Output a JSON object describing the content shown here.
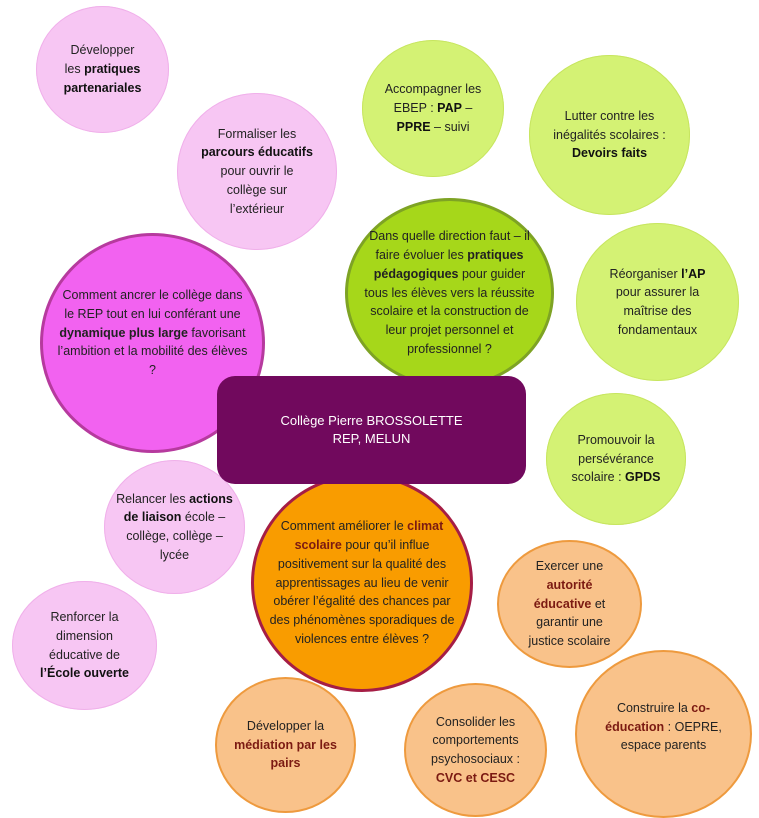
{
  "center": {
    "line1": "Collège Pierre BROSSOLETTE",
    "line2": "REP, MELUN"
  },
  "b_partenariales": {
    "t1": "Développer",
    "t2": "les ",
    "b1": "pratiques partenariales"
  },
  "b_parcours": {
    "t1": "Formaliser les",
    "b1": "parcours éducatifs",
    "t2": "pour ouvrir le collège sur l’extérieur"
  },
  "b_ancrer": {
    "t1": "Comment ancrer le collège dans le REP tout en lui conférant une ",
    "b1": "dynamique plus large",
    "t2": " favorisant l’ambition et la mobilité des élèves ?"
  },
  "b_ebep": {
    "t1": "Accompagner les EBEP : ",
    "b1": "PAP",
    "t2": " – ",
    "b2": "PPRE",
    "t3": " – suivi"
  },
  "b_inegalites": {
    "t1": "Lutter contre les inégalités scolaires :",
    "b1": "Devoirs faits"
  },
  "b_pedago": {
    "t1": "Dans quelle direction faut – il faire évoluer les ",
    "b1": "pratiques pédagogiques",
    "t2": " pour guider tous les élèves vers la réussite scolaire et la construction de leur projet personnel et professionnel ?"
  },
  "b_ap": {
    "t1": "Réorganiser ",
    "b1": "l’AP",
    "t2": " pour assurer la maîtrise des fondamentaux"
  },
  "b_gpds": {
    "t1": "Promouvoir la persévérance scolaire : ",
    "b1": "GPDS"
  },
  "b_liaison": {
    "t1": "Relancer les ",
    "b1": "actions de liaison",
    "t2": " école – collège, collège – lycée"
  },
  "b_climat": {
    "t1": "Comment améliorer le ",
    "b1": "climat scolaire",
    "t2": " pour qu’il influe positivement sur la qualité des apprentissages au lieu de venir obérer l’égalité des chances par des phénomènes sporadiques de violences entre élèves ?"
  },
  "b_ecole": {
    "t1": "Renforcer la dimension éducative de ",
    "b1": "l’École ouverte"
  },
  "b_autorite": {
    "t1": "Exercer une ",
    "b1": "autorité éducative",
    "t2": " et garantir une justice scolaire"
  },
  "b_mediation": {
    "t1": "Développer la ",
    "b1": "médiation par les pairs"
  },
  "b_cvc": {
    "t1": "Consolider les comportements psychosociaux : ",
    "b1": "CVC et CESC"
  },
  "b_coedu": {
    "t1": "Construire la ",
    "b1": "co-éducation",
    "t2": " : OEPRE, espace parents"
  }
}
